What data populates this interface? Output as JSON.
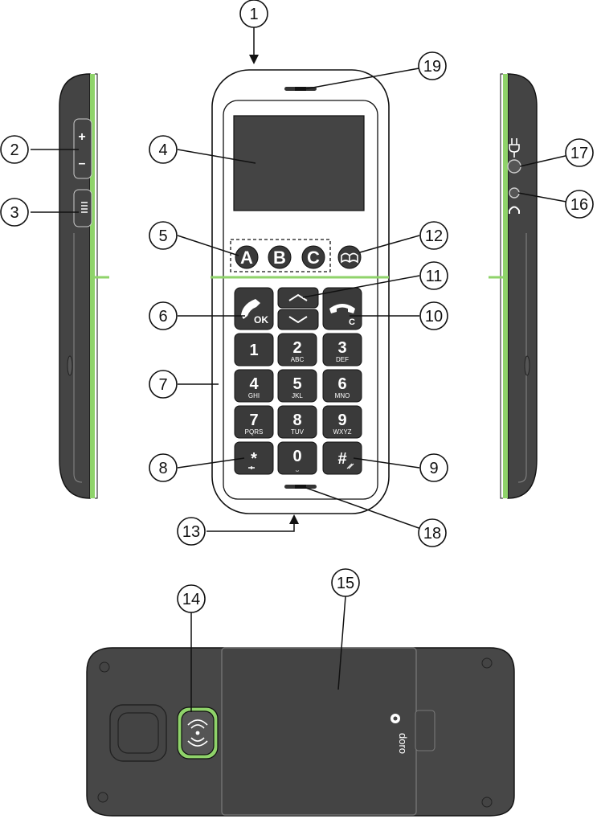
{
  "callouts": [
    {
      "id": "1",
      "label": "1"
    },
    {
      "id": "2",
      "label": "2"
    },
    {
      "id": "3",
      "label": "3"
    },
    {
      "id": "4",
      "label": "4"
    },
    {
      "id": "5",
      "label": "5"
    },
    {
      "id": "6",
      "label": "6"
    },
    {
      "id": "7",
      "label": "7"
    },
    {
      "id": "8",
      "label": "8"
    },
    {
      "id": "9",
      "label": "9"
    },
    {
      "id": "10",
      "label": "10"
    },
    {
      "id": "11",
      "label": "11"
    },
    {
      "id": "12",
      "label": "12"
    },
    {
      "id": "13",
      "label": "13"
    },
    {
      "id": "14",
      "label": "14"
    },
    {
      "id": "15",
      "label": "15"
    },
    {
      "id": "16",
      "label": "16"
    },
    {
      "id": "17",
      "label": "17"
    },
    {
      "id": "18",
      "label": "18"
    },
    {
      "id": "19",
      "label": "19"
    }
  ],
  "speed_dial_keys": {
    "a": "A",
    "b": "B",
    "c": "C"
  },
  "call_key": {
    "label": "OK"
  },
  "end_key": {
    "label": "C"
  },
  "keypad": [
    {
      "digit": "1",
      "letters": ""
    },
    {
      "digit": "2",
      "letters": "ABC"
    },
    {
      "digit": "3",
      "letters": "DEF"
    },
    {
      "digit": "4",
      "letters": "GHI"
    },
    {
      "digit": "5",
      "letters": "JKL"
    },
    {
      "digit": "6",
      "letters": "MNO"
    },
    {
      "digit": "7",
      "letters": "PQRS"
    },
    {
      "digit": "8",
      "letters": "TUV"
    },
    {
      "digit": "9",
      "letters": "WXYZ"
    },
    {
      "digit": "*",
      "letters": ""
    },
    {
      "digit": "0",
      "letters": "⎵"
    },
    {
      "digit": "#",
      "letters": ""
    }
  ],
  "volume_key": {
    "plus": "+",
    "minus": "–"
  },
  "brand": "doro",
  "colors": {
    "body": "#444444",
    "accent": "#8fd36a",
    "outline": "#111111"
  }
}
